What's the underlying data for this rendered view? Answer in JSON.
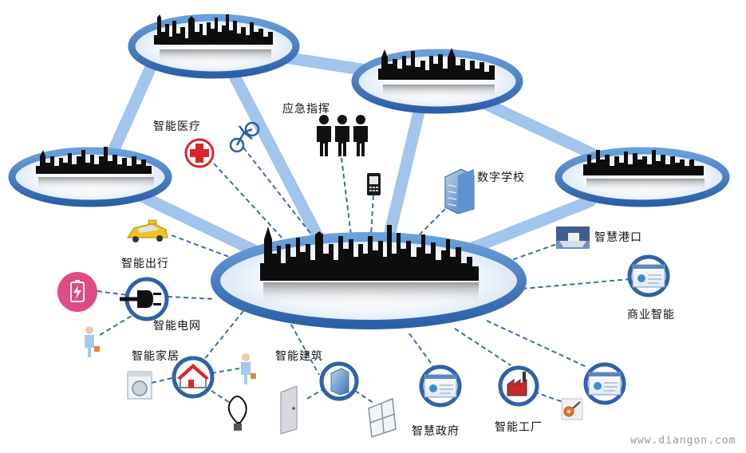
{
  "labels": {
    "smart_medical": "智能医疗",
    "emergency_command": "应急指挥",
    "digital_school": "数字学校",
    "smart_port": "智慧港口",
    "smart_travel": "智能出行",
    "smart_grid": "智能电网",
    "business_intelligence": "商业智能",
    "smart_home": "智能家居",
    "smart_building": "智能建筑",
    "smart_government": "智慧政府",
    "smart_factory": "智能工厂"
  },
  "watermark": "www.diangon.com",
  "colors": {
    "ring_blue": "#3d78c4",
    "link_blue": "#8fb8e8",
    "dash_blue": "#3a6ea8",
    "skyline": "#0d0d0d",
    "medical_red": "#d9262b",
    "battery_pink": "#e04a86",
    "taxi_yellow": "#f2c21b"
  }
}
